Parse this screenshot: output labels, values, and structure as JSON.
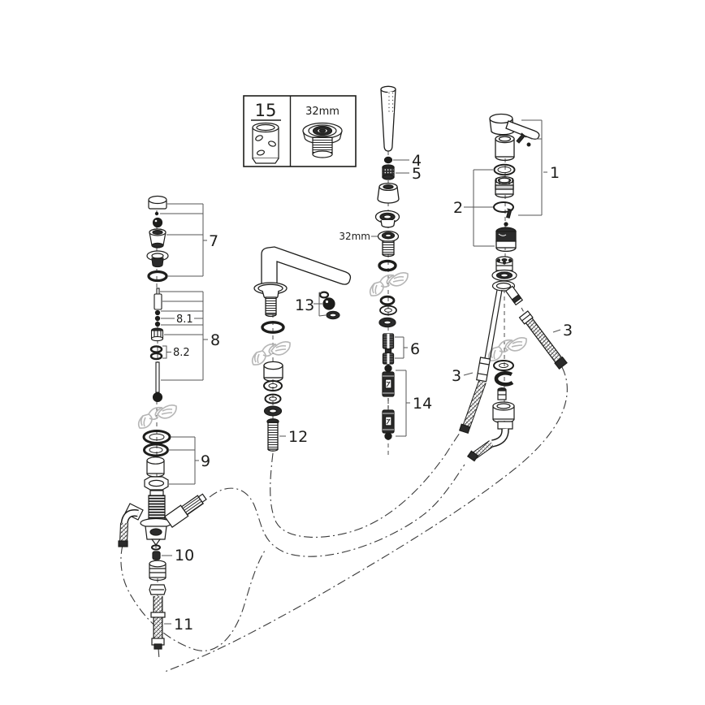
{
  "diagram": {
    "type": "exploded-parts-diagram",
    "background": "#ffffff",
    "ink_color": "#1d1d1b",
    "leader_color": "#555555",
    "watermark_color": "#b6b6b6",
    "dark_fill": "#2b2b2b",
    "legend": {
      "tool_number": "15",
      "thread_size": "32mm"
    },
    "callouts": {
      "c1": "1",
      "c2": "2",
      "c3_right": "3",
      "c3_left": "3",
      "c4": "4",
      "c5": "5",
      "c6": "6",
      "c7": "7",
      "c8": "8",
      "c8_1": "8.1",
      "c8_2": "8.2",
      "c9": "9",
      "c10": "10",
      "c11": "11",
      "c12": "12",
      "c13": "13",
      "c14": "14",
      "size_32mm": "32mm"
    }
  }
}
